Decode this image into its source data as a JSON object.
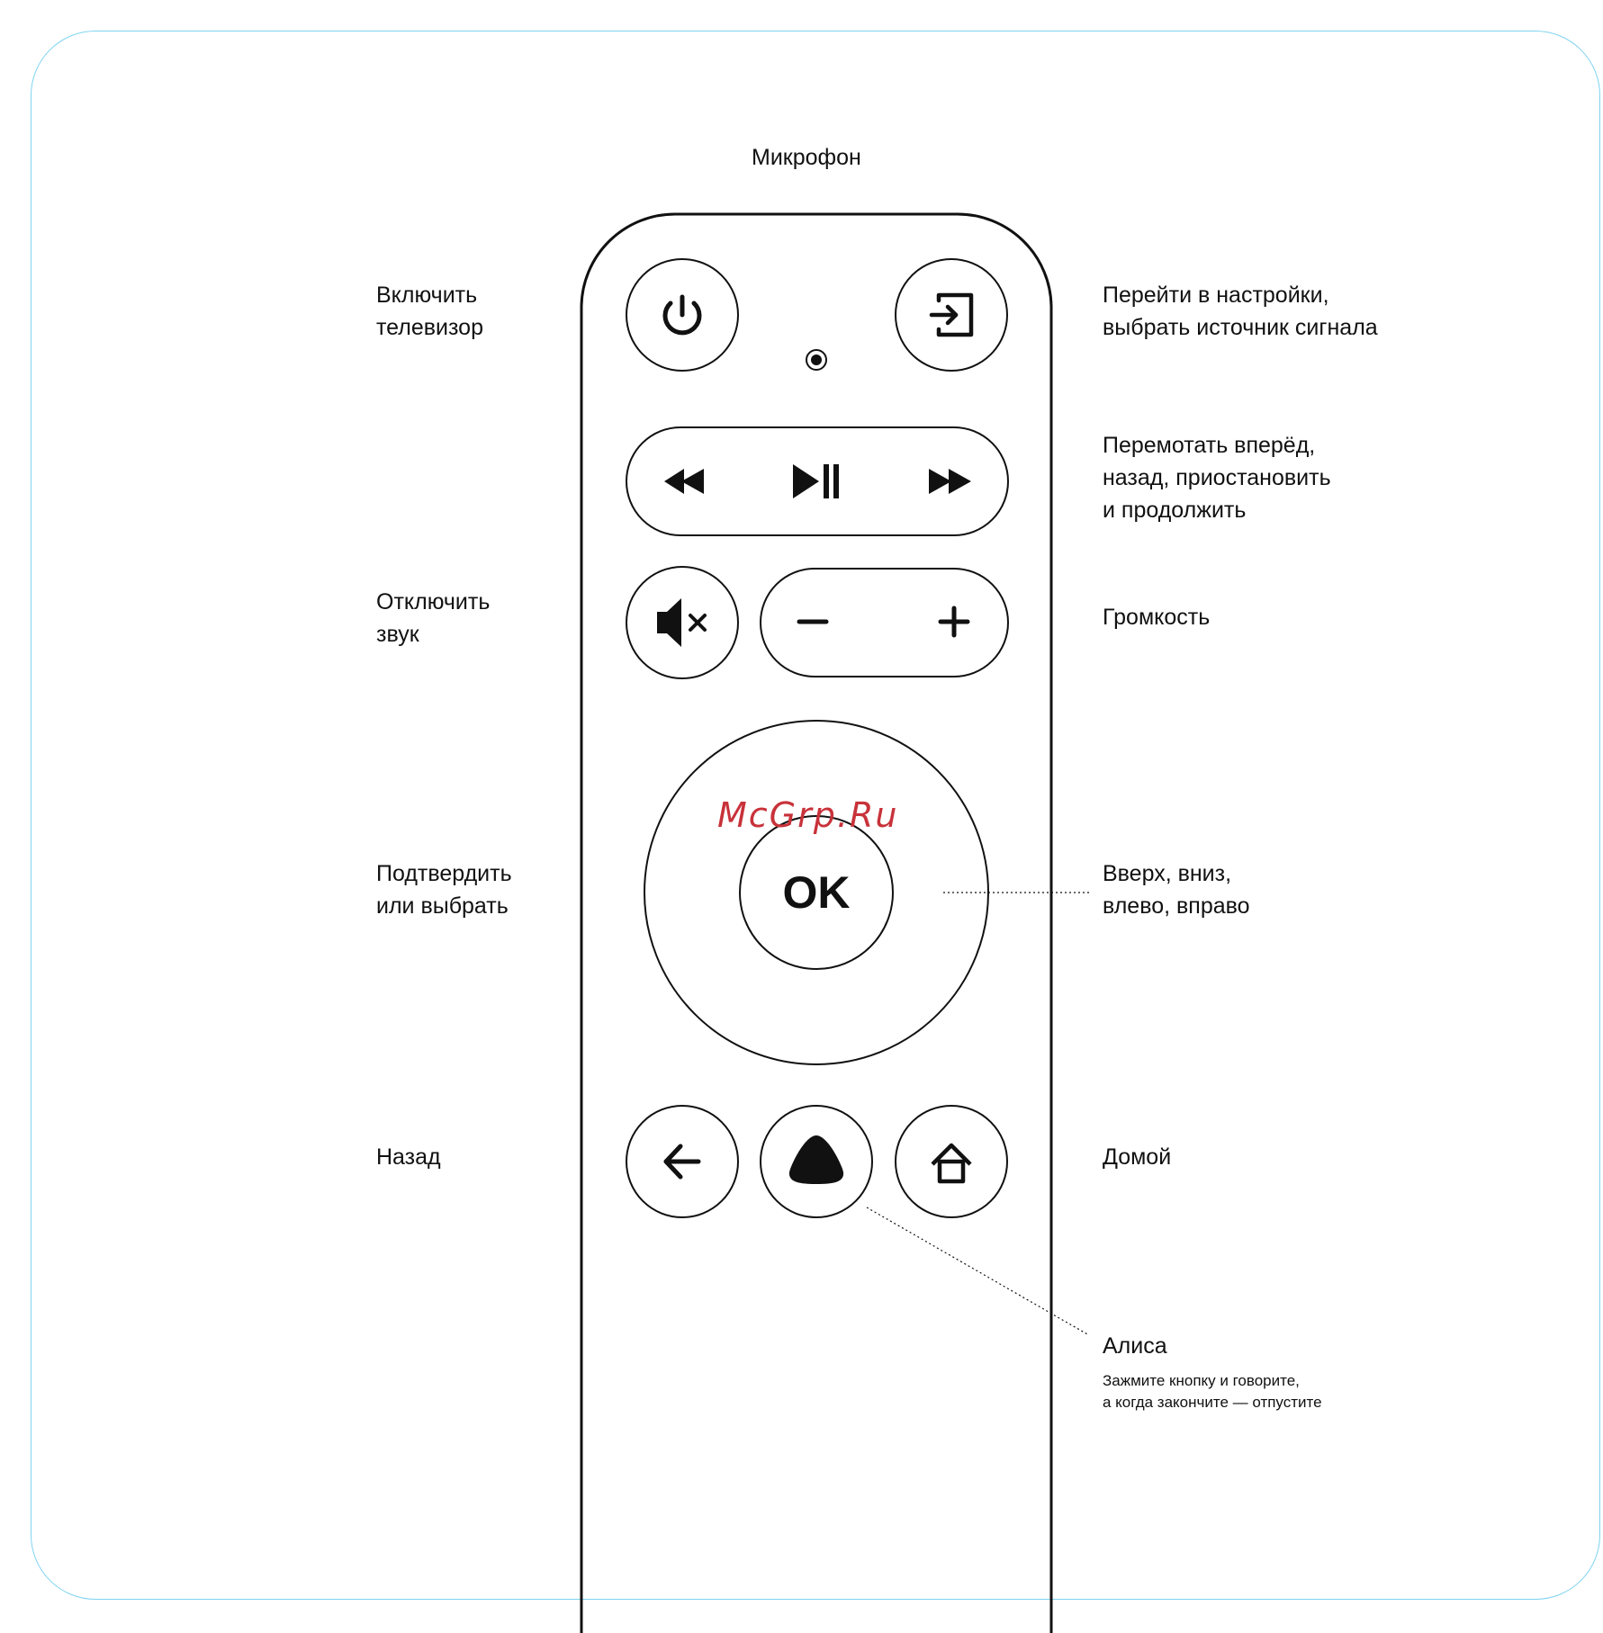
{
  "labels": {
    "microphone": "Микрофон",
    "power": "Включить\nтелевизор",
    "settings": "Перейти в настройки,\nвыбрать источник сигнала",
    "playback": "Перемотать вперёд,\nназад, приостановить\nи продолжить",
    "mute": "Отключить\nзвук",
    "volume": "Громкость",
    "confirm": "Подтвердить\nили выбрать",
    "navigate": "Вверх, вниз,\nвлево, вправо",
    "back": "Назад",
    "home": "Домой",
    "alice_title": "Алиса",
    "alice_hint": "Зажмите кнопку и говорите,\nа когда закончите — отпустите"
  },
  "remote": {
    "ok_label": "OK",
    "volume_minus": "−",
    "volume_plus": "+"
  },
  "watermark": "McGrp.Ru",
  "colors": {
    "frame": "#7fd3f1",
    "ink": "#111111",
    "watermark": "#c8323a"
  },
  "icons": {
    "power": "power-icon",
    "input": "input-source-icon",
    "rewind": "rewind-icon",
    "play_pause": "play-pause-icon",
    "fast_forward": "fast-forward-icon",
    "mute": "mute-icon",
    "back": "arrow-left-icon",
    "alice": "alice-icon",
    "home": "home-icon"
  }
}
